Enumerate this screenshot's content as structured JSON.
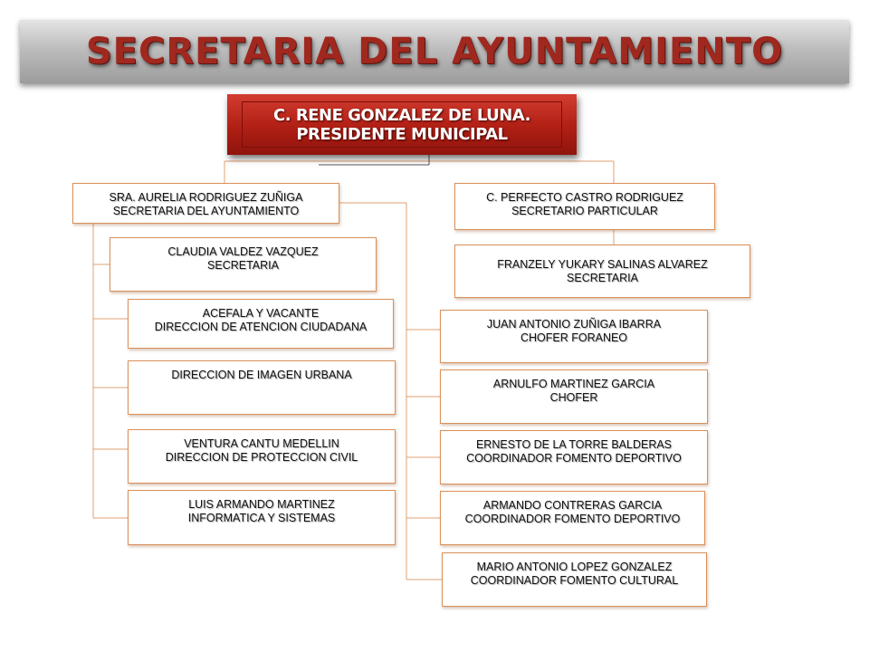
{
  "header": {
    "title": "SECRETARIA DEL AYUNTAMIENTO"
  },
  "president": {
    "name": "C. RENE GONZALEZ DE LUNA.",
    "role": "PRESIDENTE MUNICIPAL"
  },
  "secretaria": {
    "name": "SRA. AURELIA RODRIGUEZ ZUÑIGA",
    "role": "SECRETARIA DEL AYUNTAMIENTO"
  },
  "particular": {
    "name": "C. PERFECTO CASTRO RODRIGUEZ",
    "role": "SECRETARIO PARTICULAR"
  },
  "left_boxes": [
    {
      "name": "CLAUDIA VALDEZ VAZQUEZ",
      "role": "SECRETARIA"
    },
    {
      "name": "ACEFALA Y VACANTE",
      "role": "DIRECCION DE ATENCION CIUDADANA"
    },
    {
      "name": "DIRECCION DE IMAGEN URBANA",
      "role": ""
    },
    {
      "name": "VENTURA CANTU MEDELLIN",
      "role": "DIRECCION DE PROTECCION CIVIL"
    },
    {
      "name": "LUIS ARMANDO MARTINEZ",
      "role": "INFORMATICA Y SISTEMAS"
    }
  ],
  "particular_secretary": {
    "name": "FRANZELY YUKARY SALINAS ALVAREZ",
    "role": "SECRETARIA"
  },
  "right_boxes": [
    {
      "name": "JUAN ANTONIO ZUÑIGA IBARRA",
      "role": "CHOFER FORANEO"
    },
    {
      "name": "ARNULFO MARTINEZ GARCIA",
      "role": "CHOFER"
    },
    {
      "name": "ERNESTO DE LA TORRE BALDERAS",
      "role": "COORDINADOR FOMENTO DEPORTIVO"
    },
    {
      "name": "ARMANDO CONTRERAS GARCIA",
      "role": "COORDINADOR FOMENTO DEPORTIVO"
    },
    {
      "name": "MARIO ANTONIO LOPEZ GONZALEZ",
      "role": "COORDINADOR FOMENTO CULTURAL"
    }
  ]
}
